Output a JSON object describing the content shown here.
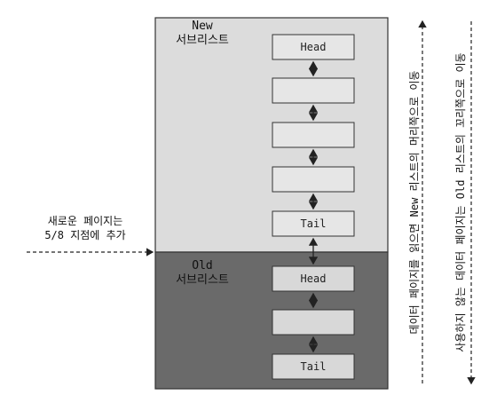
{
  "new_section": {
    "label_line1": "New",
    "label_line2": "서브리스트",
    "nodes": [
      "Head",
      "",
      "",
      "",
      "Tail"
    ]
  },
  "old_section": {
    "label_line1": "Old",
    "label_line2": "서브리스트",
    "nodes": [
      "Head",
      "",
      "Tail"
    ]
  },
  "insert_note": {
    "line1": "새로운 페이지는",
    "line2": "5/8 지점에 추가"
  },
  "side_arrows": {
    "inner": "데이터 페이지를 읽으면 New 리스트의 머리쪽으로 이동",
    "outer": "사용하지 않는 데이터 페이지는 Old 리스트의 꼬리쪽으로 이동"
  },
  "colors": {
    "new_fill": "#dcdcdc",
    "old_fill": "#6a6a6a",
    "node_fill": "#e6e6e6",
    "border": "#333333"
  }
}
